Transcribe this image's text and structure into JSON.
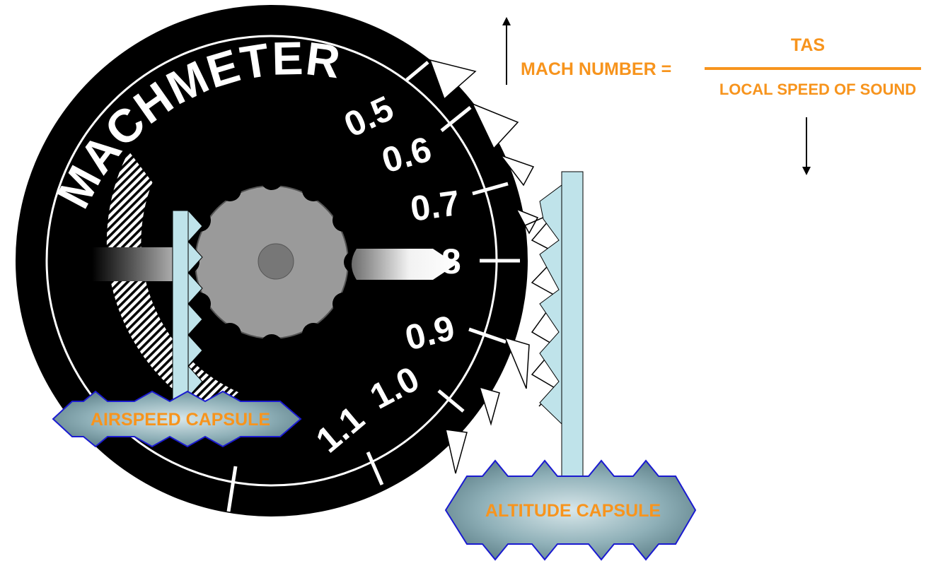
{
  "dial": {
    "title": "MACHMETER",
    "scale": [
      "0.5",
      "0.6",
      "0.7",
      ".8",
      "0.9",
      "1.0",
      "1.1"
    ]
  },
  "labels": {
    "airspeed_capsule": "AIRSPEED CAPSULE",
    "altitude_capsule": "ALTITUDE CAPSULE"
  },
  "equation": {
    "lhs": "MACH NUMBER =",
    "numerator": "TAS",
    "denominator": "LOCAL  SPEED OF SOUND"
  },
  "colors": {
    "label_orange": "#f7941d",
    "dial_black": "#000000",
    "capsule_blue": "#bfe3ea",
    "capsule_border": "#1a1ad0"
  }
}
